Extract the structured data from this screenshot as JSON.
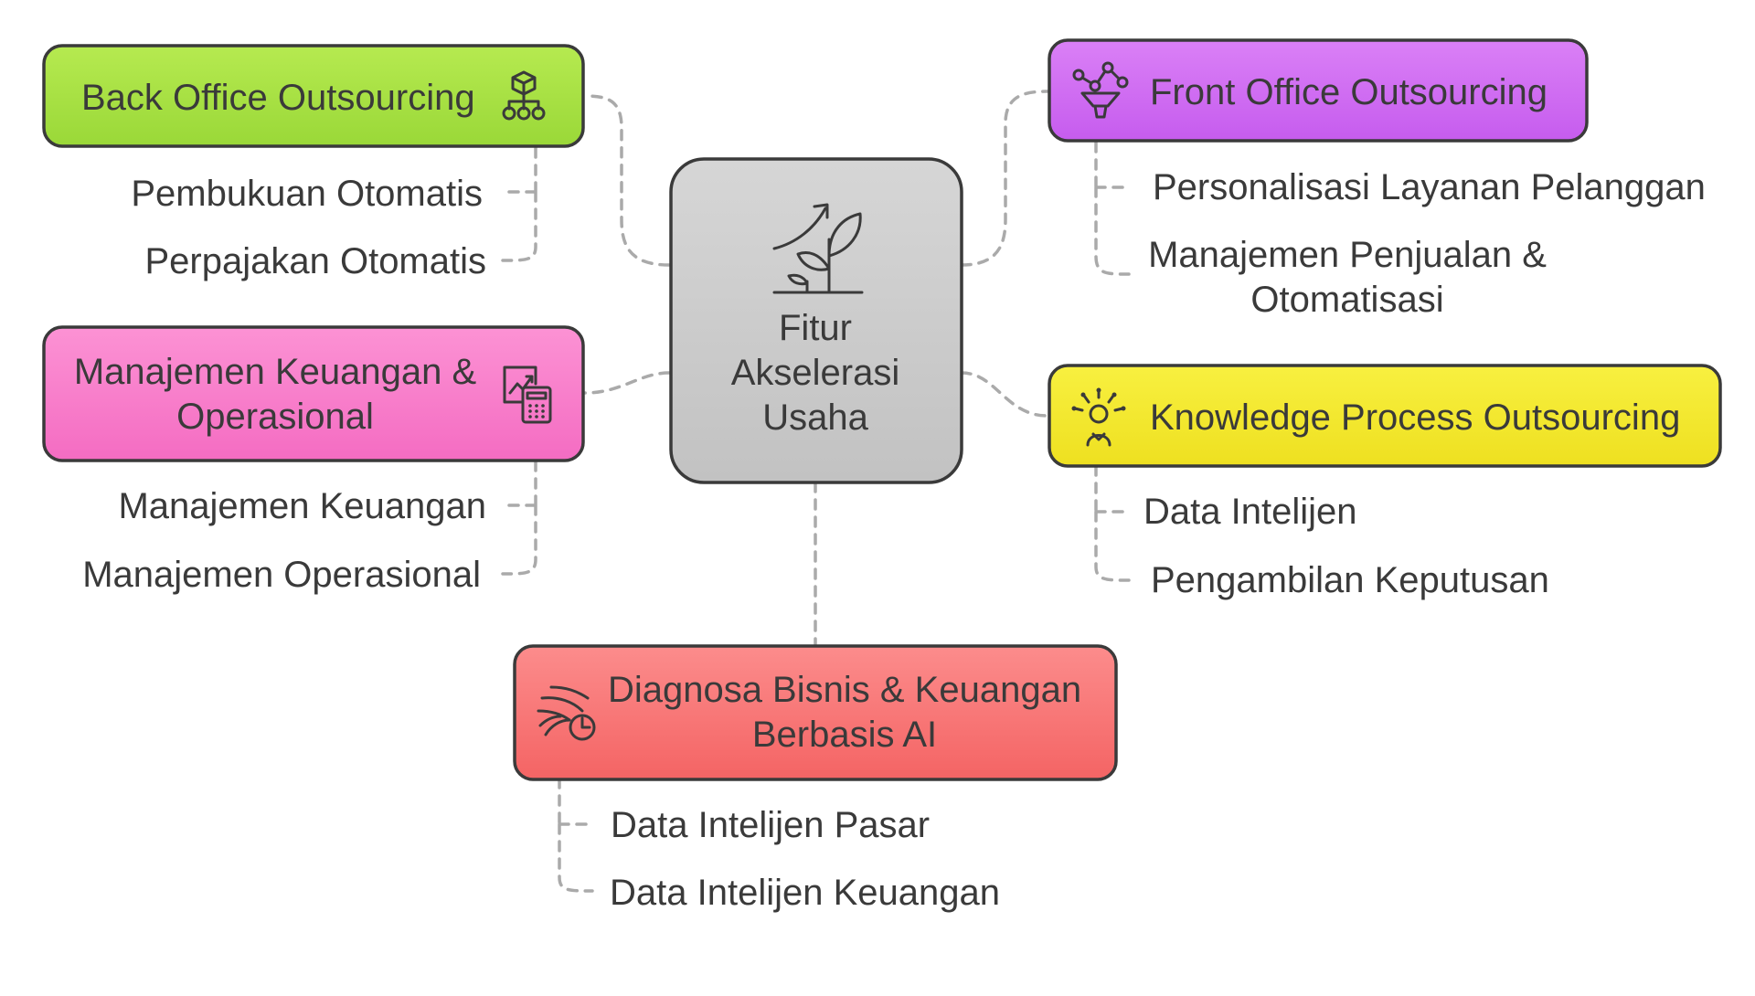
{
  "center": {
    "lines": [
      "Fitur",
      "Akselerasi",
      "Usaha"
    ],
    "icon": "plant-growth-icon",
    "color": "#cccccc"
  },
  "branches": [
    {
      "id": "back-office",
      "lines": [
        "Back Office Outsourcing"
      ],
      "icon": "org-hierarchy-icon",
      "color": "#a8e040",
      "items": [
        "Pembukuan Otomatis",
        "Perpajakan Otomatis"
      ]
    },
    {
      "id": "front-office",
      "lines": [
        "Front Office Outsourcing"
      ],
      "icon": "funnel-network-icon",
      "color": "#cc66f0",
      "items": [
        "Personalisasi Layanan Pelanggan",
        "Manajemen Penjualan &",
        "Otomatisasi"
      ]
    },
    {
      "id": "keuangan-operasional",
      "lines": [
        "Manajemen Keuangan &",
        "Operasional"
      ],
      "icon": "calculator-chart-icon",
      "color": "#f878c8",
      "items": [
        "Manajemen Keuangan",
        "Manajemen Operasional"
      ]
    },
    {
      "id": "knowledge",
      "lines": [
        "Knowledge Process Outsourcing"
      ],
      "icon": "idea-person-icon",
      "color": "#f4ea30",
      "items": [
        "Data Intelijen",
        "Pengambilan Keputusan"
      ]
    },
    {
      "id": "diagnosa",
      "lines": [
        "Diagnosa Bisnis & Keuangan",
        "Berbasis AI"
      ],
      "icon": "speed-clock-icon",
      "color": "#f87070",
      "items": [
        "Data Intelijen Pasar",
        "Data Intelijen Keuangan"
      ]
    }
  ]
}
